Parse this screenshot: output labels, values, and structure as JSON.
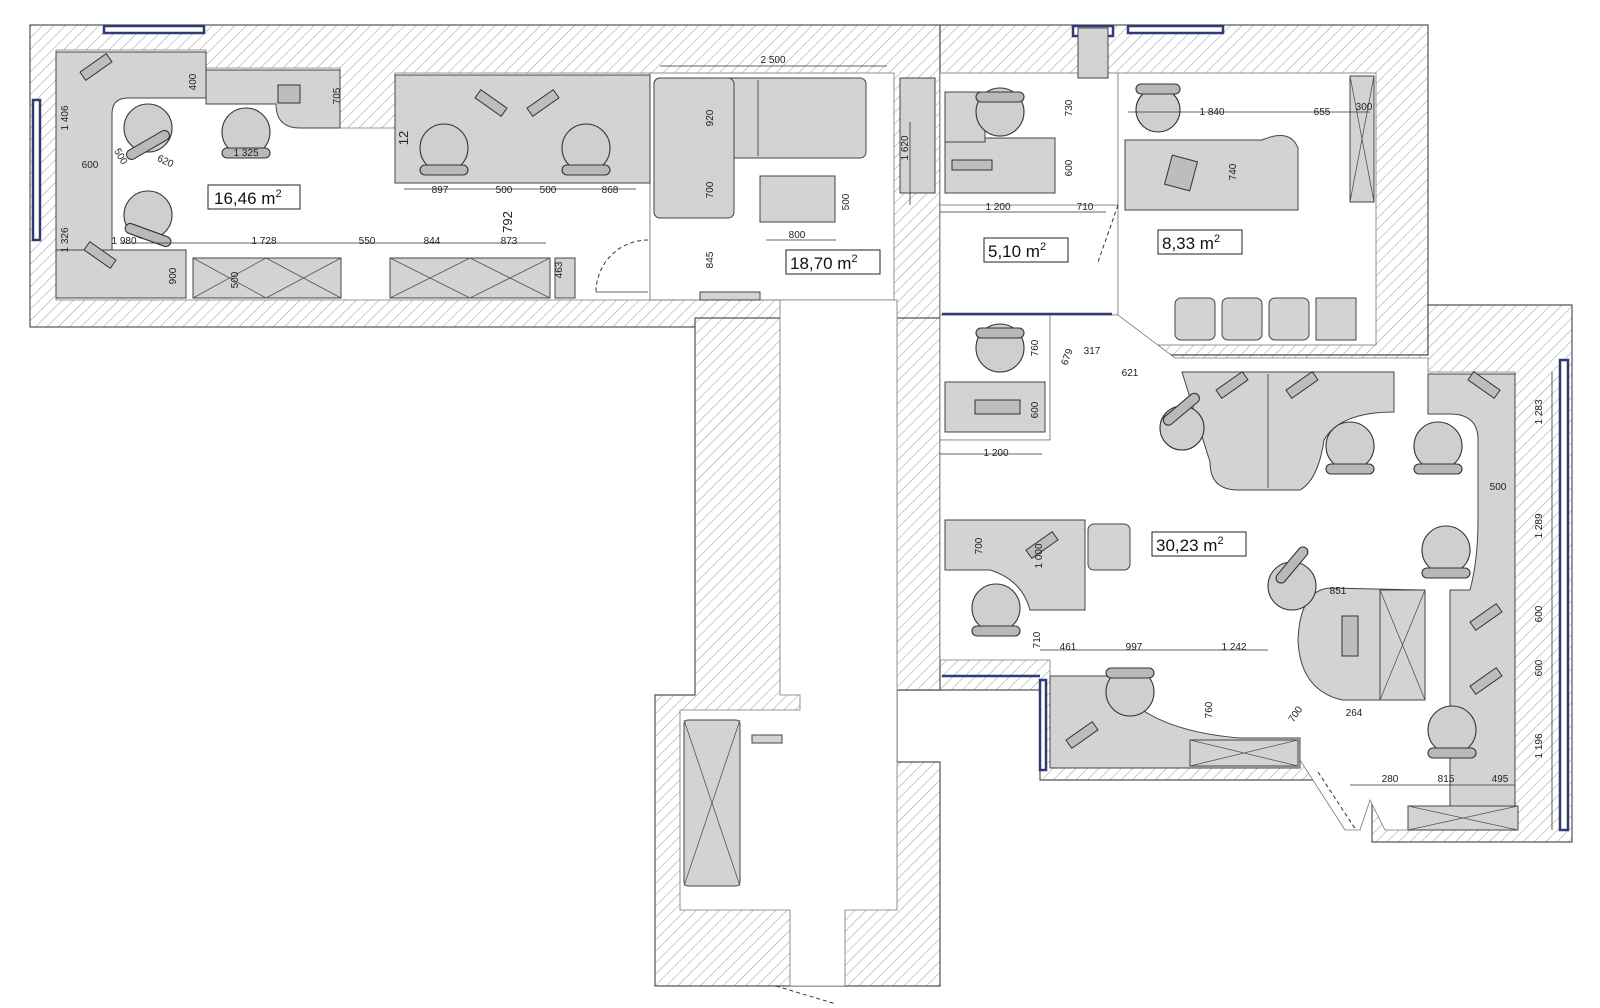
{
  "rooms": [
    {
      "id": "room-1",
      "area": "16,46 m",
      "sup": "2"
    },
    {
      "id": "room-2",
      "area": "18,70 m",
      "sup": "2"
    },
    {
      "id": "room-3",
      "area": "5,10 m",
      "sup": "2"
    },
    {
      "id": "room-4",
      "area": "8,33 m",
      "sup": "2"
    },
    {
      "id": "room-5",
      "area": "30,23 m",
      "sup": "2"
    }
  ],
  "dimensions": {
    "d2500": "2 500",
    "d920": "920",
    "d700a": "700",
    "d800": "800",
    "d500a": "500",
    "d845": "845",
    "d1620": "1 620",
    "d400": "400",
    "d705": "705",
    "d1406": "1 406",
    "d600a": "600",
    "d500b": "500",
    "d620": "620",
    "d1325": "1 325",
    "d1326": "1 326",
    "d1980": "1 980",
    "d1728": "1 728",
    "d550": "550",
    "d844": "844",
    "d873": "873",
    "d900a": "900",
    "d500c": "500",
    "d463": "463",
    "d792": "792",
    "d12": "12",
    "d897": "897",
    "d500d": "500",
    "d500e": "500",
    "d868": "868",
    "d730": "730",
    "d600b": "600",
    "d1200a": "1 200",
    "d710a": "710",
    "d1840": "1 840",
    "d655": "655",
    "d300": "300",
    "d740": "740",
    "d760a": "760",
    "d600c": "600",
    "d679": "679",
    "d317": "317",
    "d621": "621",
    "d1200b": "1 200",
    "d1283": "1 283",
    "d500f": "500",
    "d1289": "1 289",
    "d600d": "600",
    "d600e": "600",
    "d1196": "1 196",
    "d700b": "700",
    "d1000": "1 000",
    "d851": "851",
    "d710b": "710",
    "d461": "461",
    "d997": "997",
    "d1242": "1 242",
    "d760b": "760",
    "d700c": "700",
    "d264": "264",
    "d280": "280",
    "d815": "815",
    "d495": "495"
  }
}
